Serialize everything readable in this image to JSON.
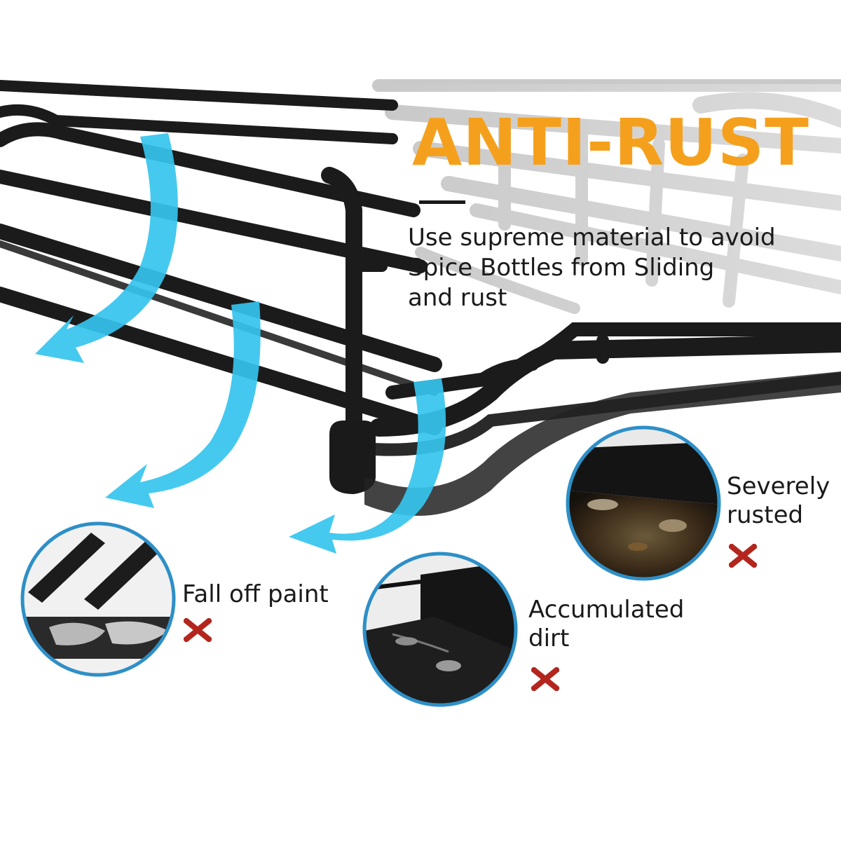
{
  "headline": {
    "text": "ANTI-RUST",
    "color": "#f5a01c"
  },
  "description": {
    "lines": [
      "Use supreme material to avoid",
      "Spice Bottles from Sliding",
      "and rust"
    ]
  },
  "defects": [
    {
      "lines": [
        "Fall off paint"
      ],
      "icon": "red-x-icon"
    },
    {
      "lines": [
        "Accumulated",
        "dirt"
      ],
      "icon": "red-x-icon"
    },
    {
      "lines": [
        "Severely",
        "rusted"
      ],
      "icon": "red-x-icon"
    }
  ],
  "colors": {
    "arrow": "#35c4ee",
    "circle_border": "#2e8fc7",
    "rack_black": "#1b1b1b",
    "rack_grey": "#c9c9c9",
    "cross": "#b3261e"
  }
}
